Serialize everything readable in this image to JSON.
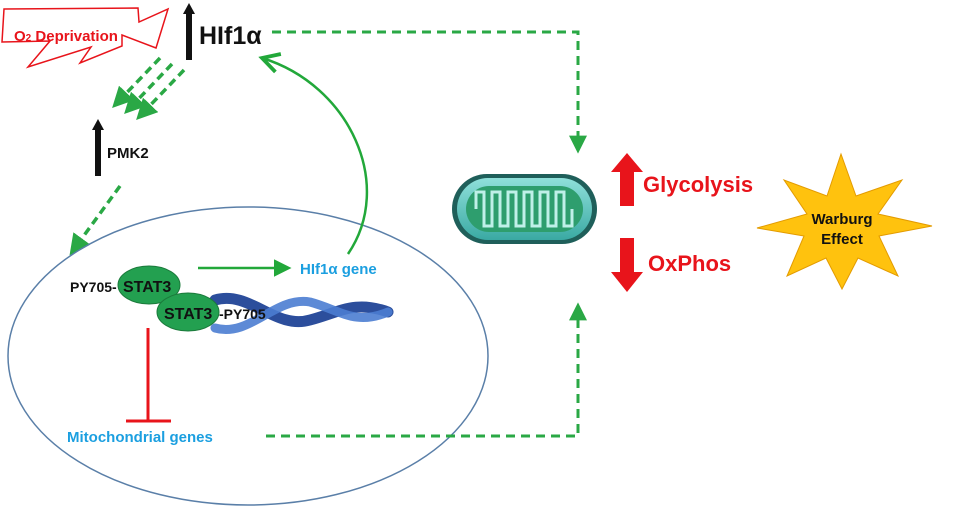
{
  "labels": {
    "o2_deprivation_prefix": "O",
    "o2_deprivation_sub": "2",
    "o2_deprivation_suffix": " Deprivation",
    "hif1a": "HIf1α",
    "pmk2": "PMK2",
    "py705_left": "PY705-",
    "stat3_top": "STAT3",
    "stat3_bottom": "STAT3",
    "py705_right": "-PY705",
    "hif1a_gene": "HIf1α gene",
    "mito_genes": "Mitochondrial genes",
    "glycolysis": "Glycolysis",
    "oxphos": "OxPhos",
    "warburg_line1": "Warburg",
    "warburg_line2": "Effect"
  },
  "colors": {
    "green_arrow": "#22a83a",
    "green_dashed": "#2aa845",
    "red": "#e8141b",
    "label_blue": "#1b9fe0",
    "nucleus_border": "#5a7fa8",
    "stat_green": "#23a050",
    "dna_blue": "#2c4e9c",
    "mito_teal": "#5fc7c0",
    "mito_inner": "#2e9e6e",
    "warburg_fill": "#ffc20e",
    "black": "#111111"
  },
  "icons": {
    "hypoxia": "lightning-bolt-icon",
    "mitochondrion": "mitochondrion-icon",
    "dna": "dna-helix-icon",
    "warburg": "starburst-icon",
    "up": "up-arrow-icon",
    "down": "down-arrow-icon",
    "inhibit": "inhibition-bar-icon"
  }
}
